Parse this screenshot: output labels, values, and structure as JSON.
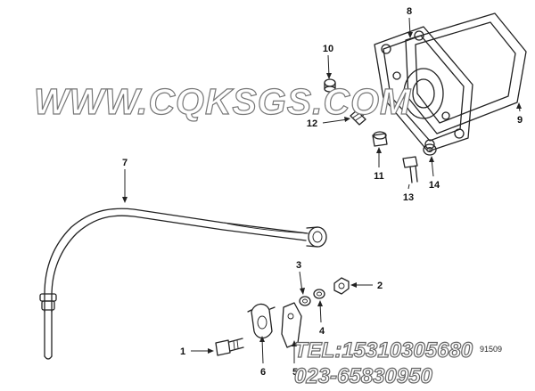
{
  "callouts": [
    {
      "id": "1",
      "label": "1"
    },
    {
      "id": "2",
      "label": "2"
    },
    {
      "id": "3",
      "label": "3"
    },
    {
      "id": "4",
      "label": "4"
    },
    {
      "id": "5",
      "label": "5"
    },
    {
      "id": "6",
      "label": "6"
    },
    {
      "id": "7",
      "label": "7"
    },
    {
      "id": "8",
      "label": "8"
    },
    {
      "id": "9",
      "label": "9"
    },
    {
      "id": "10",
      "label": "10"
    },
    {
      "id": "11",
      "label": "11"
    },
    {
      "id": "12",
      "label": "12"
    },
    {
      "id": "13",
      "label": "13"
    },
    {
      "id": "14",
      "label": "14"
    }
  ],
  "watermark": {
    "site": "WWW.CQKSGS.COM"
  },
  "contact": {
    "tel": "TEL:15310305680",
    "phone": "023-65830950"
  },
  "figure_code": "91509"
}
